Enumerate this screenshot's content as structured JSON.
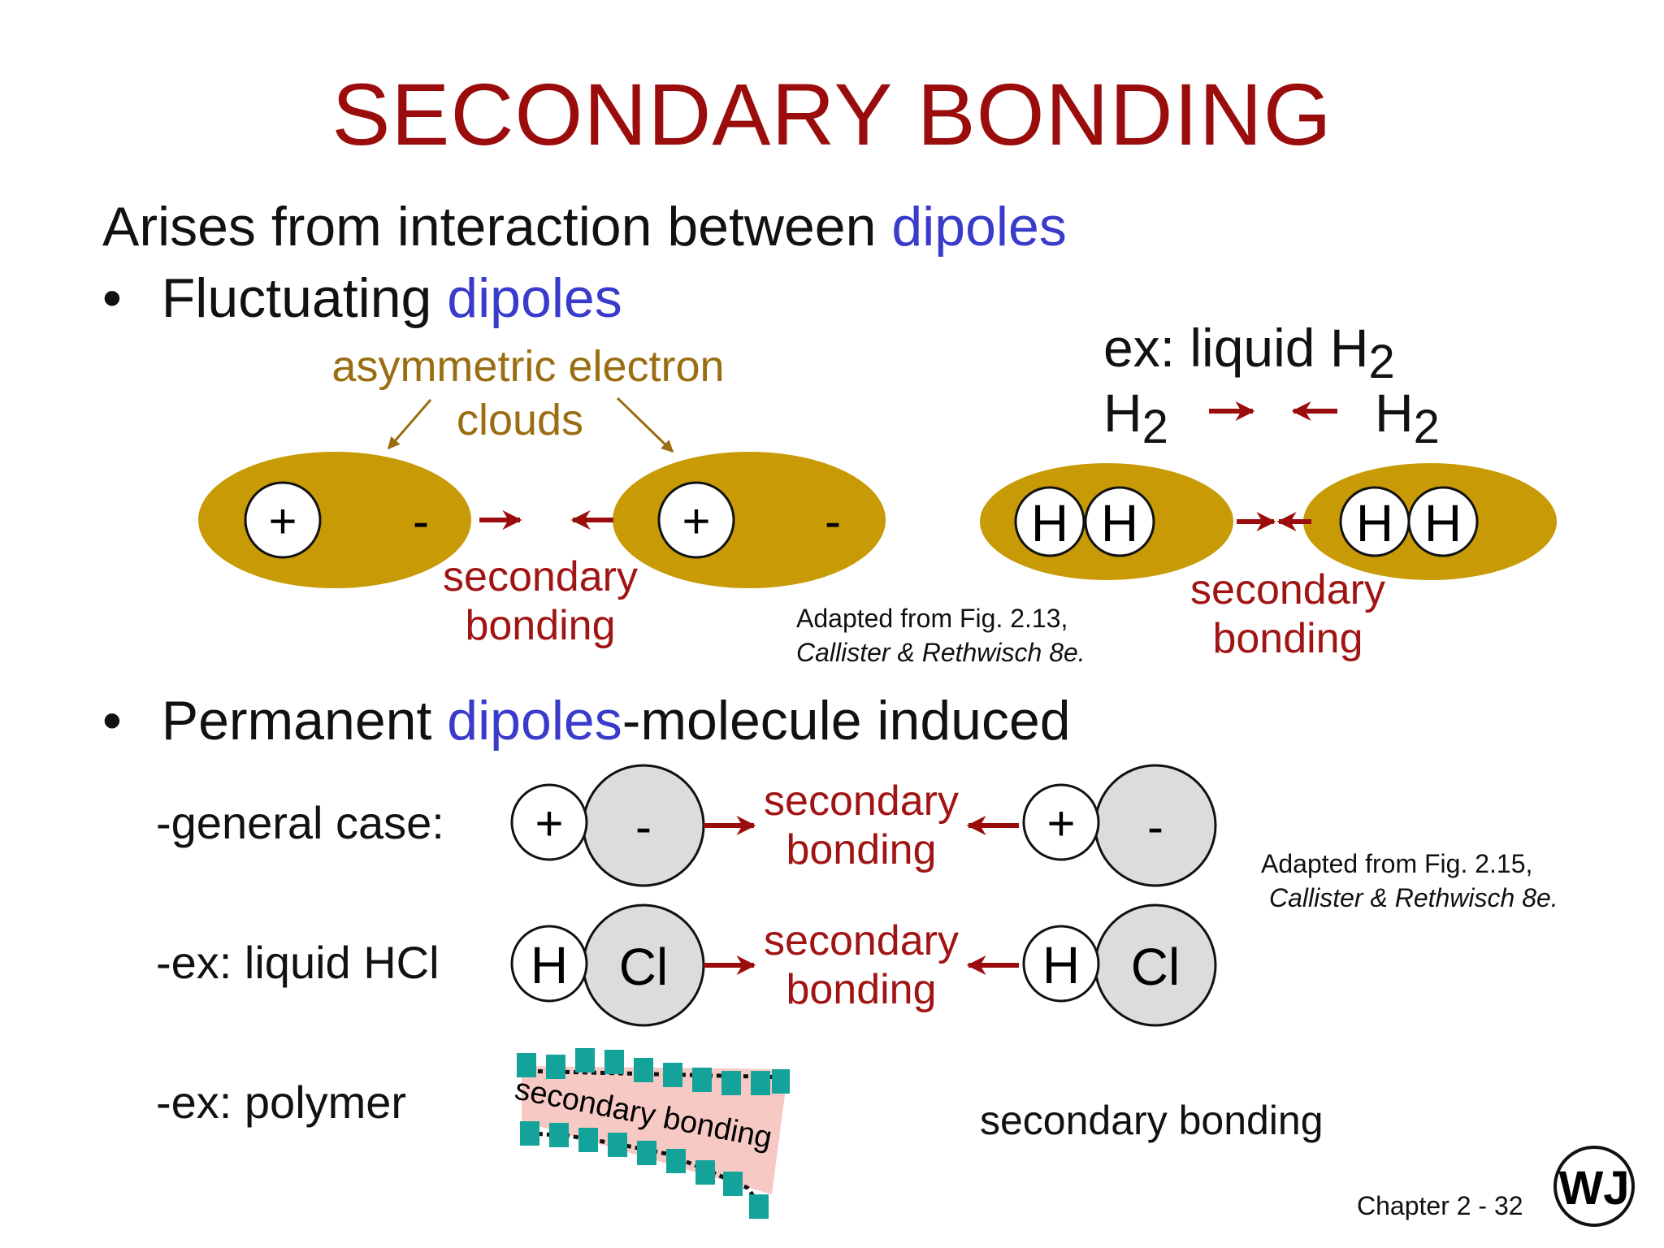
{
  "title": "SECONDARY BONDING",
  "intro": {
    "text": "Arises from interaction between ",
    "highlight": "dipoles"
  },
  "fluctuating": {
    "bullet": "•",
    "text": "Fluctuating ",
    "highlight": "dipoles",
    "callout_line1": "asymmetric electron",
    "callout_line2": "clouds",
    "plus": "+",
    "minus": "-",
    "bond_line1": "secondary",
    "bond_line2": "bonding",
    "cite_line1": "Adapted from Fig. 2.13,",
    "cite_line2": "Callister & Rethwisch 8e.",
    "example_prefix": "ex:  liquid H",
    "sub": "2",
    "h2": "H",
    "atom_h": "H",
    "ex_bond_line1": "secondary",
    "ex_bond_line2": "bonding"
  },
  "permanent": {
    "bullet": "•",
    "text": "Permanent ",
    "highlight": "dipoles",
    "rest": "-molecule induced",
    "general_label": "-general case:",
    "hcl_label": "-ex: liquid HCl",
    "polymer_label": "-ex: polymer",
    "plus": "+",
    "minus": "-",
    "h": "H",
    "cl": "Cl",
    "bond_line1": "secondary",
    "bond_line2": "bonding",
    "cite_line1": "Adapted from Fig. 2.15,",
    "cite_line2": "Callister & Rethwisch 8e.",
    "polymer_bond_text": "secondary bonding",
    "polymer_caption": "secondary bonding"
  },
  "footer": {
    "chapter": "Chapter 2 - ",
    "page": "32",
    "logo_letters": "WJ"
  },
  "colors": {
    "title": "#9b0d0d",
    "highlight": "#3a3acb",
    "gold_cloud": "#c79a06",
    "callout": "#9a6d12",
    "arrow": "#9b0d0d",
    "grey_atom": "#dcdcdc",
    "polymer_bead": "#13a39a",
    "polymer_band": "#f7c9c4"
  }
}
